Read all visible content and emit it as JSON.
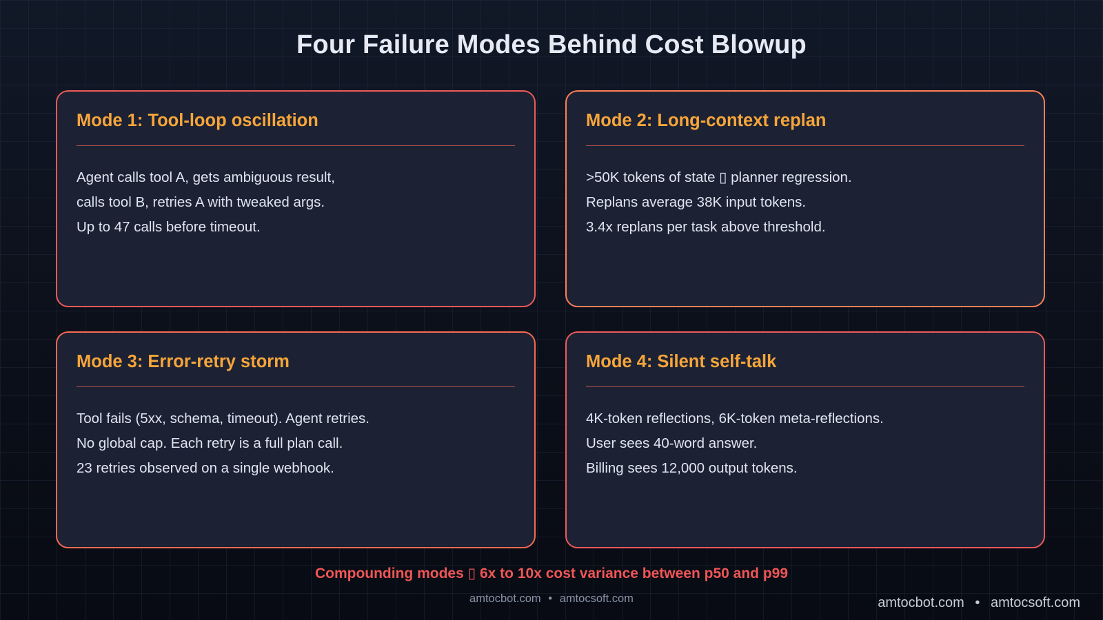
{
  "title": "Four Failure Modes Behind Cost Blowup",
  "colors": {
    "background": "#0c111c",
    "card_bg": "#1c2234",
    "heading": "#f7a53a",
    "body_text": "#dfe4ef",
    "accent_red": "#ef5656",
    "border_red": "#ef5a5a",
    "border_orange": "#ff8055",
    "border_orange_red": "#f76a50"
  },
  "cards": [
    {
      "heading": "Mode 1: Tool-loop oscillation",
      "border_color": "#ef5a5a",
      "lines": [
        "Agent calls tool A, gets ambiguous result,",
        "calls tool B, retries A with tweaked args.",
        "Up to 47 calls before timeout."
      ]
    },
    {
      "heading": "Mode 2: Long-context replan",
      "border_color": "#ff8055",
      "lines": [
        ">50K tokens of state ▯ planner regression.",
        "Replans average 38K input tokens.",
        "3.4x replans per task above threshold."
      ]
    },
    {
      "heading": "Mode 3: Error-retry storm",
      "border_color": "#f76a50",
      "lines": [
        "Tool fails (5xx, schema, timeout). Agent retries.",
        "No global cap. Each retry is a full plan call.",
        "23 retries observed on a single webhook."
      ]
    },
    {
      "heading": "Mode 4: Silent self-talk",
      "border_color": "#ef5a5a",
      "lines": [
        "4K-token reflections, 6K-token meta-reflections.",
        "User sees 40-word answer.",
        "Billing sees 12,000 output tokens."
      ]
    }
  ],
  "summary": "Compounding modes ▯  6x to 10x cost variance between p50 and p99",
  "footer": {
    "site1": "amtocbot.com",
    "separator": "•",
    "site2": "amtocsoft.com"
  },
  "watermark": {
    "site1": "amtocbot.com",
    "separator": "•",
    "site2": "amtocsoft.com"
  }
}
